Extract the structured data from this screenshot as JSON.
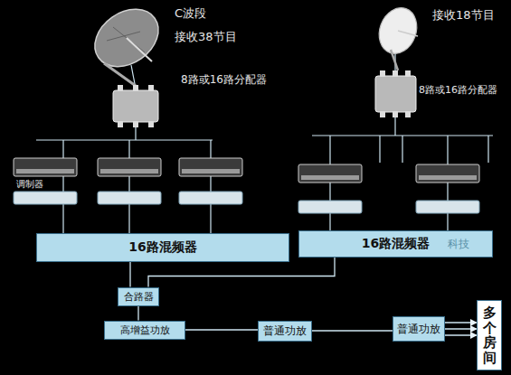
{
  "diagram": {
    "nodes": [
      {
        "text": [
          "16路混频器"
        ]
      },
      {
        "text": [
          "16路混频器"
        ]
      },
      {
        "text": [
          "合路器"
        ]
      },
      {
        "text": [
          "高增益功放"
        ]
      },
      {
        "text": [
          "普通功放"
        ]
      },
      {
        "text": [
          "普通功放"
        ]
      },
      {
        "text": [
          "多个房间"
        ]
      }
    ],
    "edges": [
      {
        "from": 0,
        "to": 2,
        "arrow": "none"
      },
      {
        "from": 1,
        "to": 2,
        "arrow": "none"
      },
      {
        "from": 2,
        "to": 3,
        "arrow": "none"
      },
      {
        "from": 3,
        "to": 4,
        "arrow": "none"
      },
      {
        "from": 4,
        "to": 5,
        "arrow": "none"
      },
      {
        "from": 5,
        "to": 6,
        "arrow": "to"
      },
      {
        "from": 5,
        "to": 6,
        "arrow": "to"
      },
      {
        "from": 5,
        "to": 6,
        "arrow": "to"
      }
    ],
    "labels": [
      "C波段",
      "接收38节目",
      "8路或16路分配器",
      "接收18节目",
      "8路或16路分配器",
      "调制器",
      "科技"
    ]
  }
}
